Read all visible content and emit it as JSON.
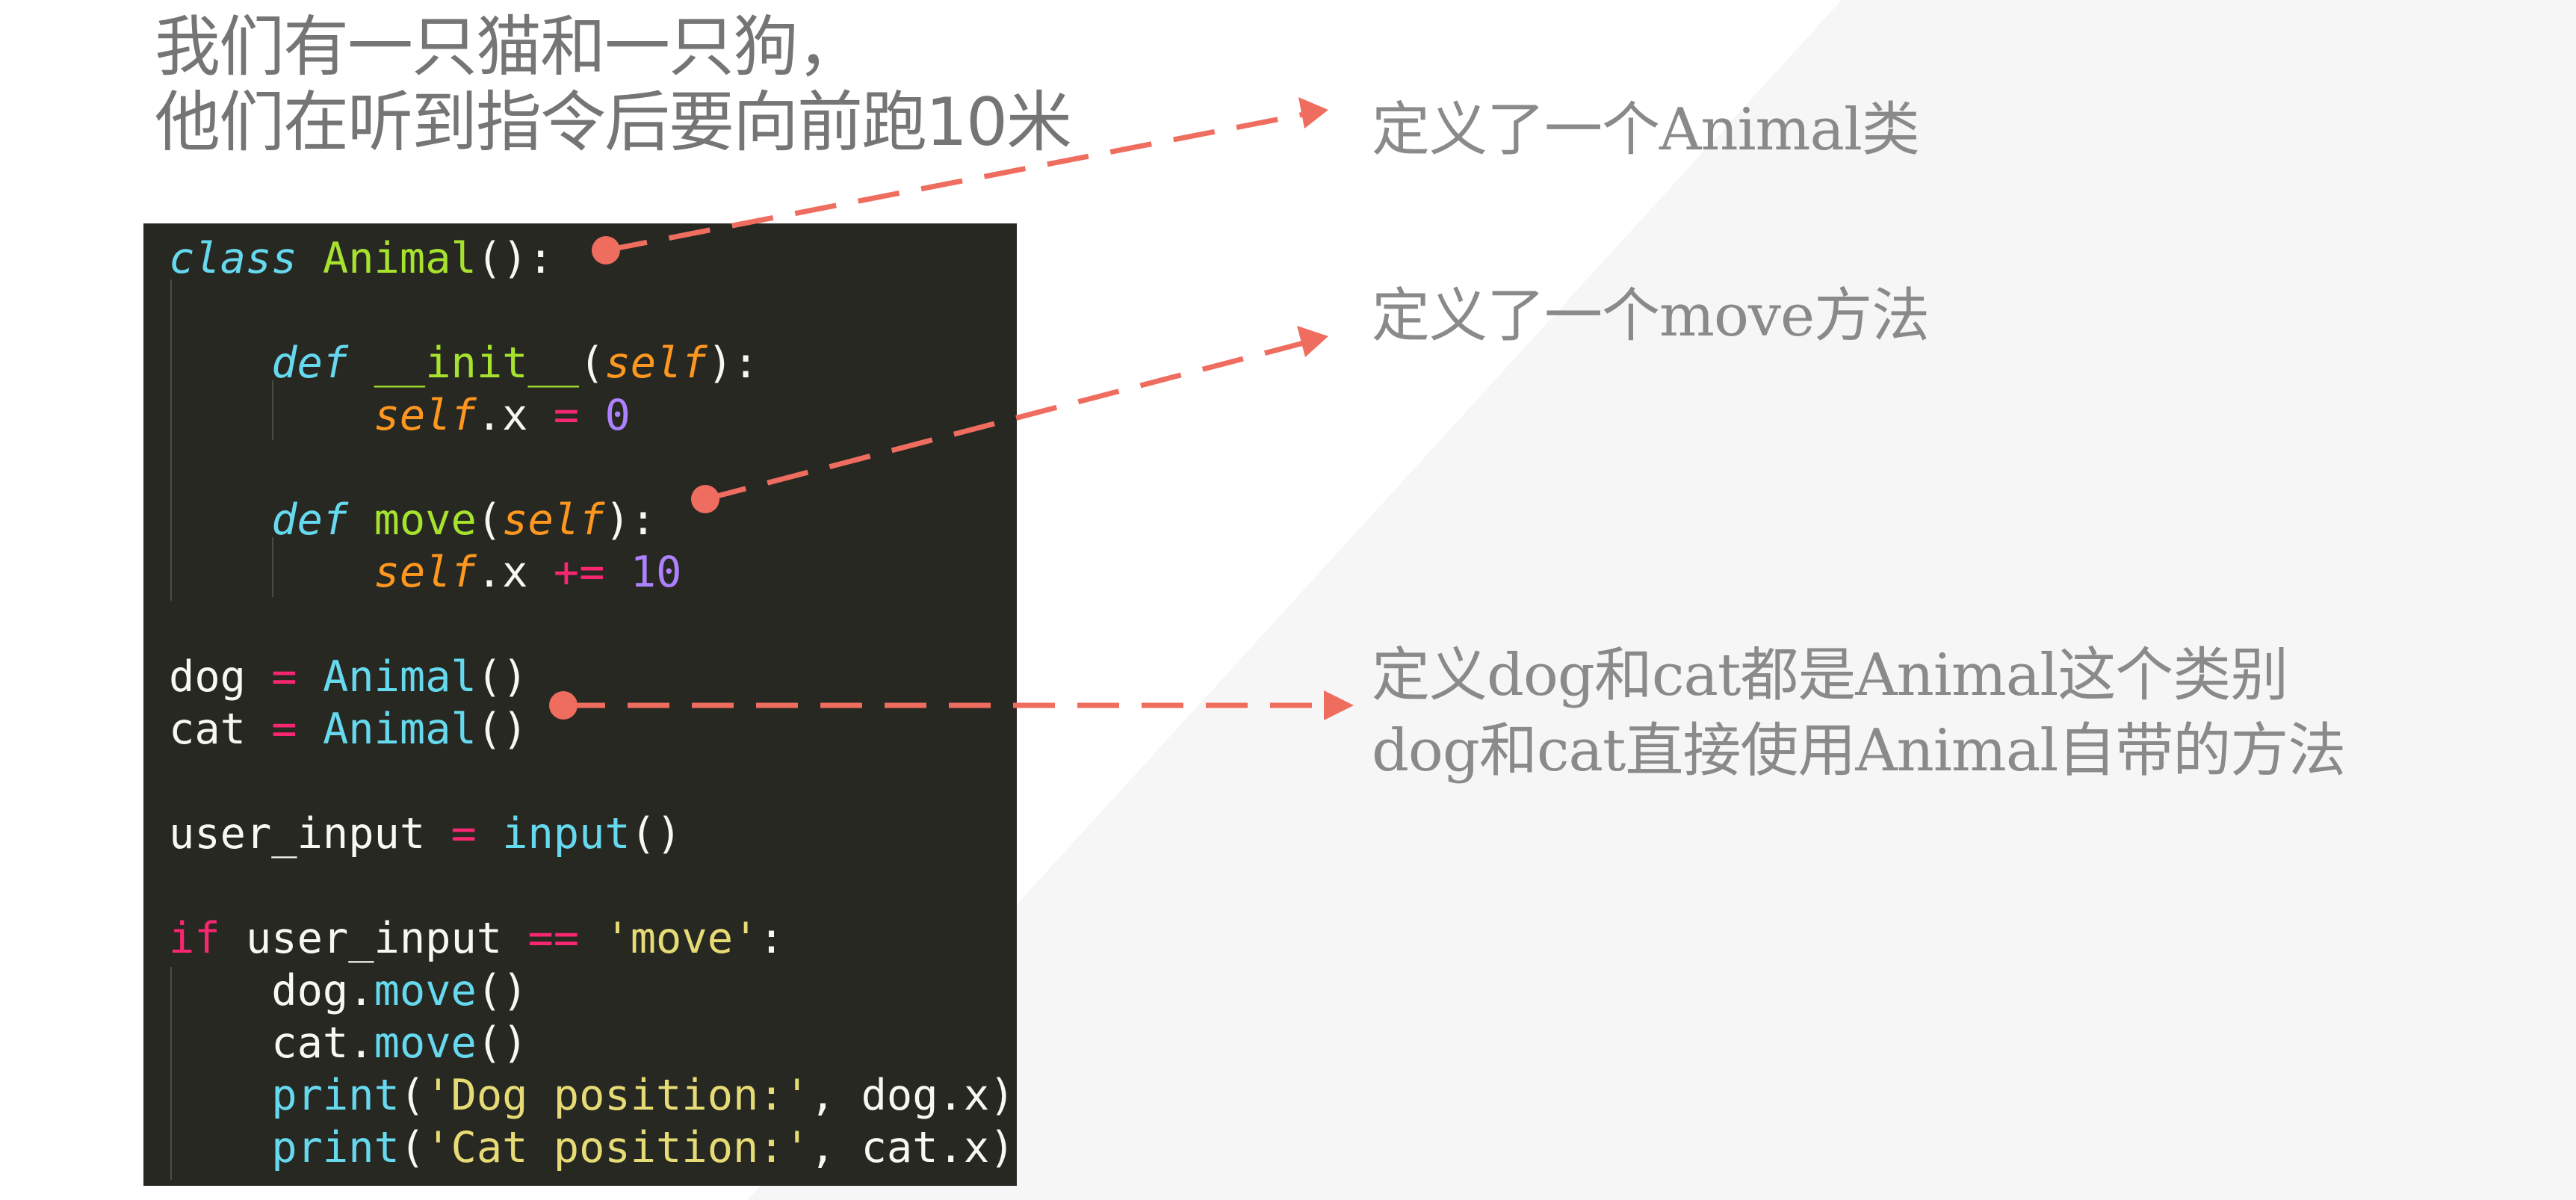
{
  "title": {
    "line1": "我们有一只猫和一只狗，",
    "line2": "他们在听到指令后要向前跑10米"
  },
  "colors": {
    "annotation_arrow": "#ef6d5f",
    "code_background": "#272822",
    "title_text": "#757575",
    "annotation_text": "#8a8a8a"
  },
  "code": {
    "line1": {
      "kw": "class",
      "name": "Animal",
      "rest": "():"
    },
    "line3": {
      "kw": "def",
      "name": "__init__",
      "open": "(",
      "self": "self",
      "close": "):"
    },
    "line4": {
      "self": "self",
      "attr": ".x ",
      "op": "=",
      "num": "0"
    },
    "line6": {
      "kw": "def",
      "name": "move",
      "open": "(",
      "self": "self",
      "close": "):"
    },
    "line7": {
      "self": "self",
      "attr": ".x ",
      "op": "+=",
      "num": "10"
    },
    "line9": {
      "var": "dog ",
      "op": "=",
      "call": "Animal",
      "rest": "()"
    },
    "line10": {
      "var": "cat ",
      "op": "=",
      "call": "Animal",
      "rest": "()"
    },
    "line12": {
      "var": "user_input ",
      "op": "=",
      "call": "input",
      "rest": "()"
    },
    "line14": {
      "kw": "if",
      "var": " user_input ",
      "op": "==",
      "str": "'move'",
      "rest": ":"
    },
    "line15": {
      "obj": "dog.",
      "call": "move",
      "rest": "()"
    },
    "line16": {
      "obj": "cat.",
      "call": "move",
      "rest": "()"
    },
    "line17": {
      "call": "print",
      "open": "(",
      "str": "'Dog position:'",
      "rest": ", dog.x)"
    },
    "line18": {
      "call": "print",
      "open": "(",
      "str": "'Cat position:'",
      "rest": ", cat.x)"
    }
  },
  "annotations": {
    "a1": "定义了一个Animal类",
    "a2": "定义了一个move方法",
    "a3_line1": "定义dog和cat都是Animal这个类别",
    "a3_line2": "dog和cat直接使用Animal自带的方法"
  }
}
